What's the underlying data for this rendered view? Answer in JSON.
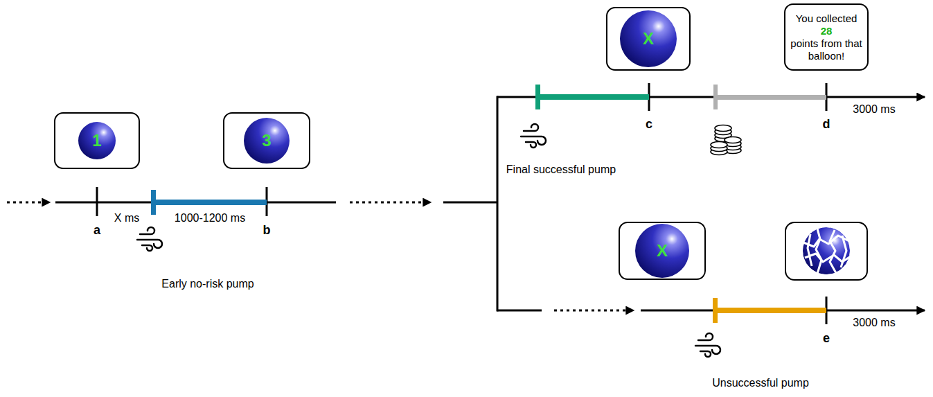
{
  "diagram": {
    "nodes": [
      {
        "text": [
          "1"
        ]
      },
      {
        "text": [
          "3"
        ]
      },
      {
        "text": [
          "X"
        ]
      },
      {
        "text": [
          "You collected",
          "28",
          "points from that balloon!"
        ]
      },
      {
        "text": [
          "X"
        ]
      }
    ],
    "labels": [
      "X ms",
      "1000-1200 ms",
      "a",
      "b",
      "Early no-risk pump",
      "c",
      "d",
      "3000 ms",
      "Final successful pump",
      "e",
      "3000 ms",
      "Unsuccessful pump"
    ]
  }
}
